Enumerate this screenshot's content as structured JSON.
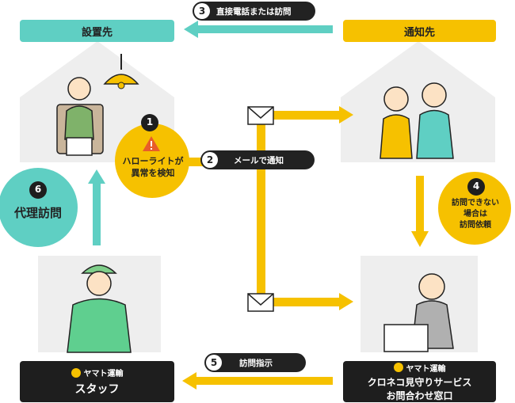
{
  "labels": {
    "install_location": "設置先",
    "notify_destination": "通知先"
  },
  "steps": {
    "step1": {
      "num": "1",
      "text": "ハローライトが\n異常を検知"
    },
    "step2": {
      "num": "2",
      "text": "メールで通知"
    },
    "step3": {
      "num": "3",
      "text": "直接電話または訪問"
    },
    "step4": {
      "num": "4",
      "text": "訪問できない\n場合は\n訪問依頼"
    },
    "step5": {
      "num": "5",
      "text": "訪問指示"
    },
    "step6": {
      "num": "6",
      "text": "代理訪問"
    }
  },
  "boxes": {
    "staff": {
      "brand": "ヤマト運輸",
      "title": "スタッフ"
    },
    "center": {
      "brand": "ヤマト運輸",
      "title_line1": "クロネコ見守りサービス",
      "title_line2": "お問合わせ窓口"
    }
  },
  "colors": {
    "teal": "#5fcfc3",
    "yellow": "#f6c100",
    "dark": "#1e1e1e",
    "house": "#eeeeee"
  },
  "icons": [
    "warning-icon",
    "mail-icon",
    "ceiling-lamp-icon",
    "cat-logo-icon"
  ]
}
